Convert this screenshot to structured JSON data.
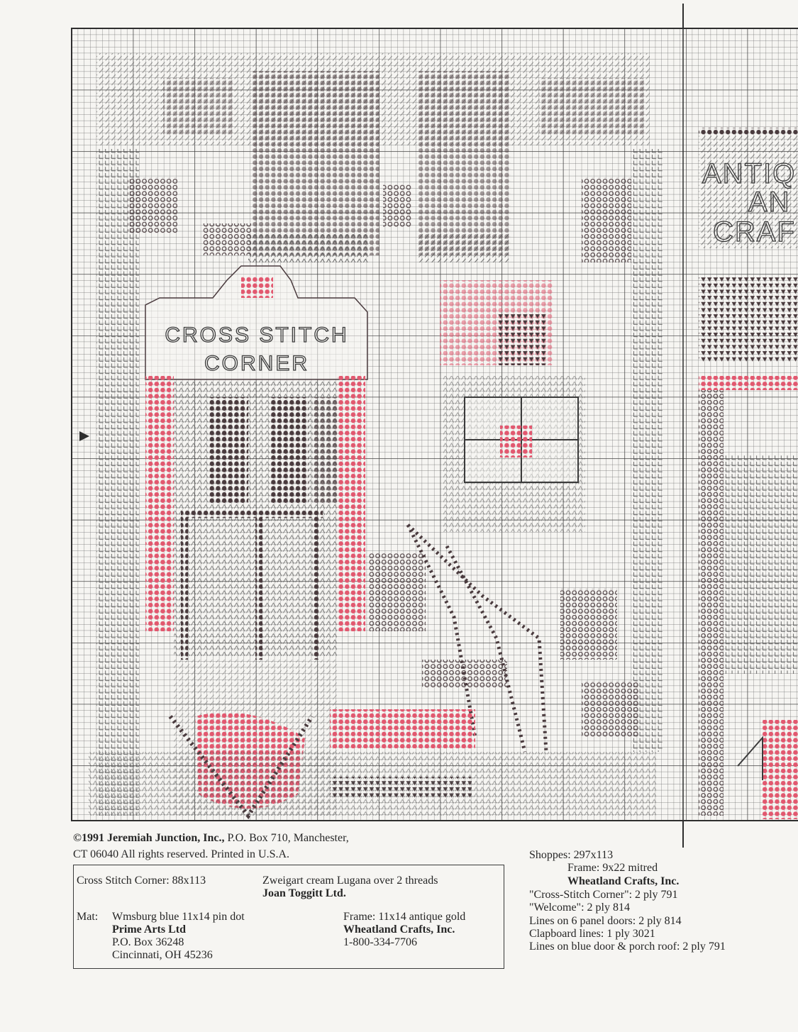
{
  "chart": {
    "label_line1": "CROSS STITCH",
    "label_line2": "CORNER",
    "sign_line1": "ANTIQ",
    "sign_line2": "AN",
    "sign_line3": "CRAF",
    "colors": {
      "grid": "#5a5a5a",
      "pink": "#e2586f",
      "dark": "#4a3b3e",
      "paper": "#f6f5f2"
    }
  },
  "copyright": {
    "line1_year": "©1991",
    "line1_company": "Jeremiah Junction, Inc.,",
    "line1_rest": "P.O. Box 710, Manchester,",
    "line2": "CT 06040 All rights reserved. Printed in U.S.A."
  },
  "materials": {
    "design_size": "Cross Stitch Corner: 88x113",
    "fabric_line1": "Zweigart cream Lugana over 2 threads",
    "fabric_line2": "Joan Toggitt Ltd.",
    "mat_label": "Mat:",
    "mat_line1": "Wmsburg blue 11x14 pin dot",
    "mat_line2": "Prime Arts Ltd",
    "mat_line3": "P.O. Box 36248",
    "mat_line4": "Cincinnati, OH 45236",
    "frame_line1": "Frame: 11x14 antique gold",
    "frame_line2": "Wheatland Crafts, Inc.",
    "frame_line3": "1-800-334-7706"
  },
  "shoppes": {
    "line1": "Shoppes: 297x113",
    "line2": "Frame: 9x22 mitred",
    "line3": "Wheatland Crafts, Inc.",
    "line4": "\"Cross-Stitch Corner\": 2 ply 791",
    "line5": "\"Welcome\": 2 ply 814",
    "line6": "Lines on 6 panel doors: 2 ply 814",
    "line7": "Clapboard lines: 1 ply 3021",
    "line8": "Lines on blue door & porch roof: 2 ply 791"
  }
}
